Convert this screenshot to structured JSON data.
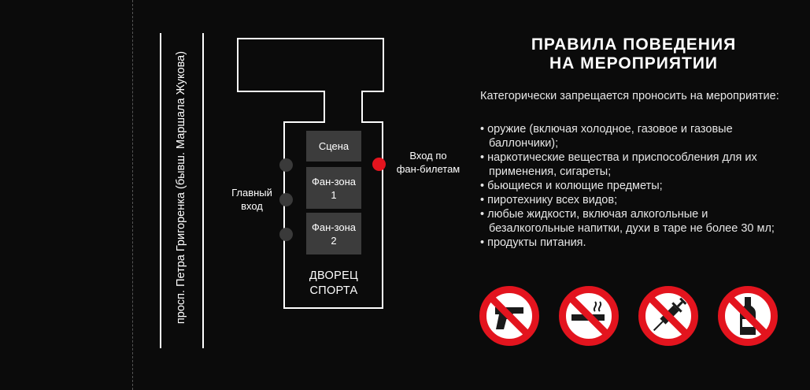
{
  "map": {
    "street": "просп. Петра Григоренка (бывш. Маршала Жукова)",
    "zones": [
      "Сцена",
      "Фан-зона\n1",
      "Фан-зона\n2"
    ],
    "main_entrance": "Главный\nвход",
    "fan_entrance": "Вход по\nфан-билетам",
    "building": "ДВОРЕЦ\nСПОРТА"
  },
  "rules": {
    "title_line1": "ПРАВИЛА ПОВЕДЕНИЯ",
    "title_line2": "НА МЕРОПРИЯТИИ",
    "intro": "Категорически запрещается проносить на мероприятие:",
    "items": [
      "• оружие (включая холодное, газовое и газовые баллончики);",
      "• наркотические вещества и приспособления для их применения, сигареты;",
      "• бьющиеся и колющие предметы;",
      "• пиротехнику всех видов;",
      "• любые жидкости, включая алкогольные и безалкогольные напитки, духи в таре не более 30 мл;",
      "• продукты питания."
    ]
  },
  "signs": [
    "no-weapons-icon",
    "no-smoking-icon",
    "no-syringe-icon",
    "no-bottle-icon"
  ],
  "colors": {
    "background": "#0b0b0b",
    "accent": "#e3141e",
    "zone": "#3c3c3c"
  }
}
